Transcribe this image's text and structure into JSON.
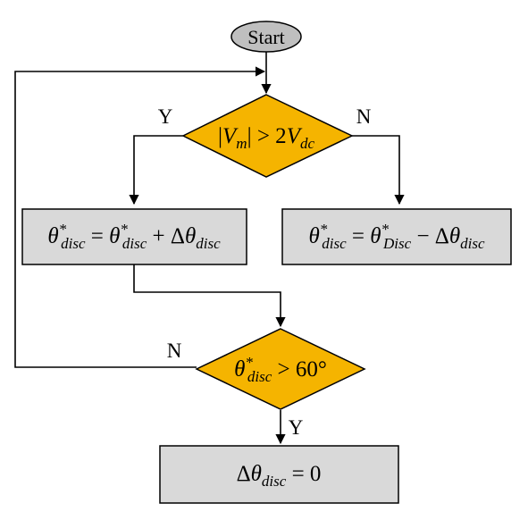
{
  "nodes": {
    "start": "Start",
    "decision_voltage": {
      "bar_left": "|",
      "V": "V",
      "m_sub": "m",
      "bar_right": "|",
      "gt": " > 2",
      "V2": "V",
      "dc_sub": "dc"
    },
    "process_increase": {
      "theta1": "θ",
      "star1": "*",
      "disc1": "disc",
      "eq": " = ",
      "theta2": "θ",
      "star2": "*",
      "disc2": "disc",
      "plus": " + Δ",
      "theta3": "θ",
      "disc3": "disc"
    },
    "process_decrease": {
      "theta1": "θ",
      "star1": "*",
      "disc1": "disc",
      "eq": " = ",
      "theta2": "θ",
      "star2": "*",
      "Disc2": "Disc",
      "minus": " − Δ",
      "theta3": "θ",
      "disc3": "disc"
    },
    "decision_angle": {
      "theta": "θ",
      "star": "*",
      "disc": "disc",
      "rest": " > 60°"
    },
    "process_reset": {
      "delta": "Δ",
      "theta": "θ",
      "disc": "disc",
      "rest": " = 0"
    }
  },
  "branch_labels": {
    "voltage_yes": "Y",
    "voltage_no": "N",
    "angle_no": "N",
    "angle_yes": "Y"
  },
  "colors": {
    "decision_fill": "#F5B400",
    "process_fill": "#D9D9D9",
    "start_fill": "#BFBFBF",
    "line": "#000000"
  }
}
